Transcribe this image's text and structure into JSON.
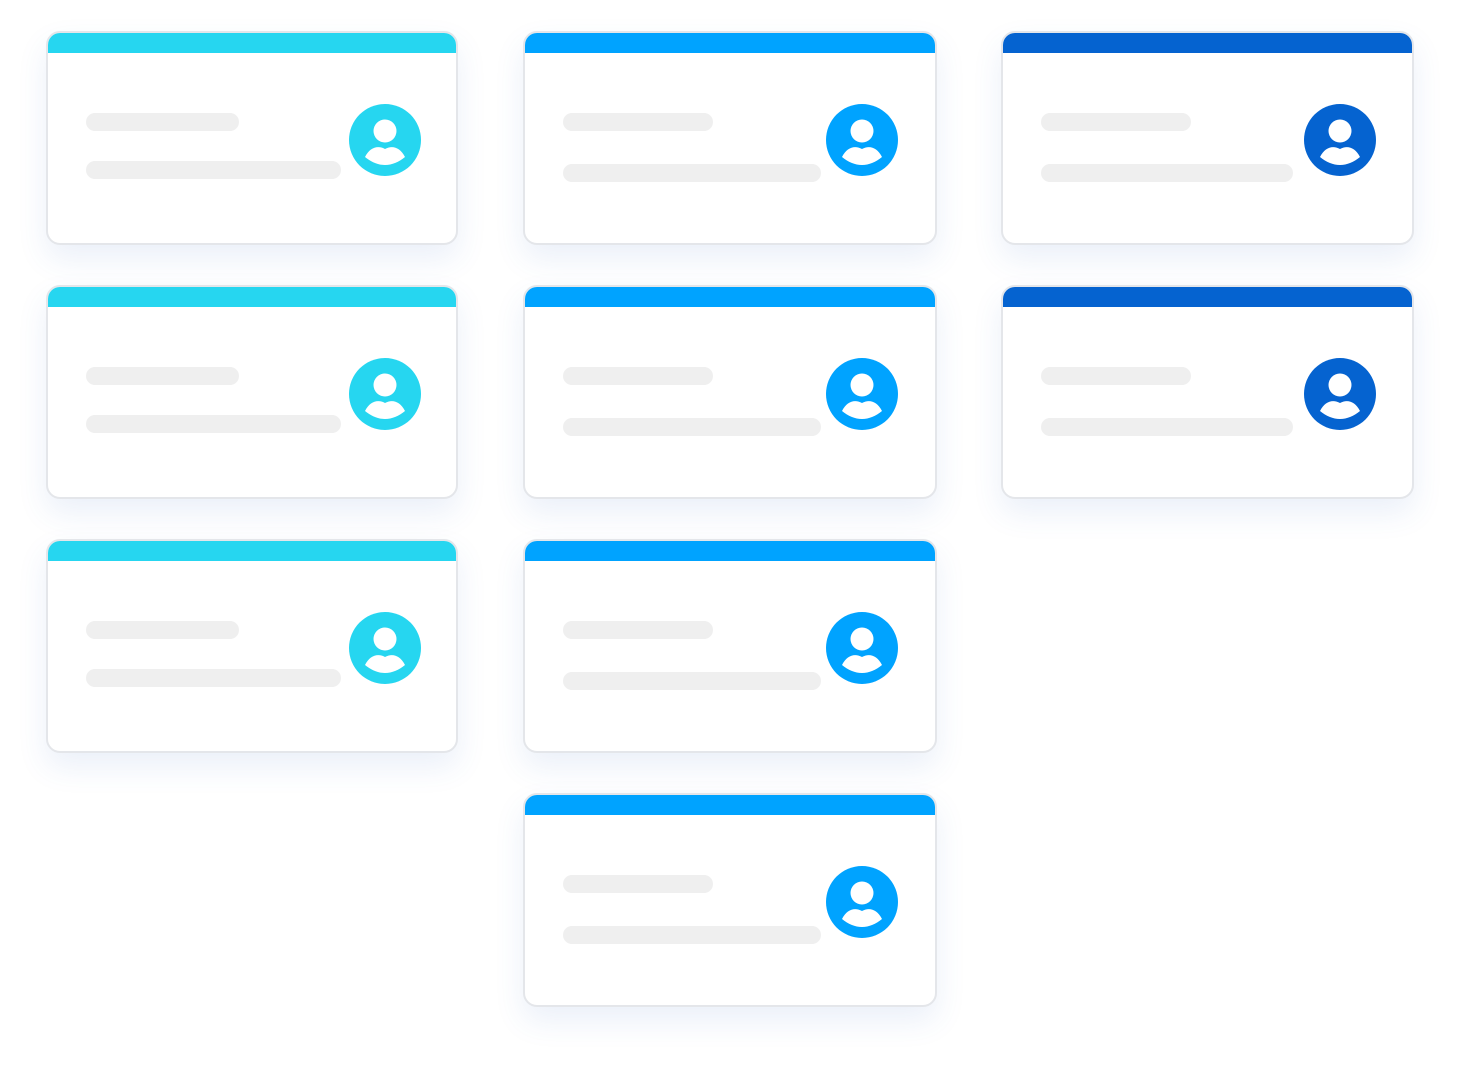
{
  "colors": {
    "cyan": "#26d6f0",
    "sky": "#00a3ff",
    "royal": "#0563d0",
    "placeholder": "#efefef",
    "card_border": "#e4e6ea"
  },
  "icons": {
    "avatar": "user-avatar-icon"
  },
  "columns": [
    {
      "accent": "#26d6f0",
      "cards": 3
    },
    {
      "accent": "#00a3ff",
      "cards": 4
    },
    {
      "accent": "#0563d0",
      "cards": 2
    }
  ]
}
